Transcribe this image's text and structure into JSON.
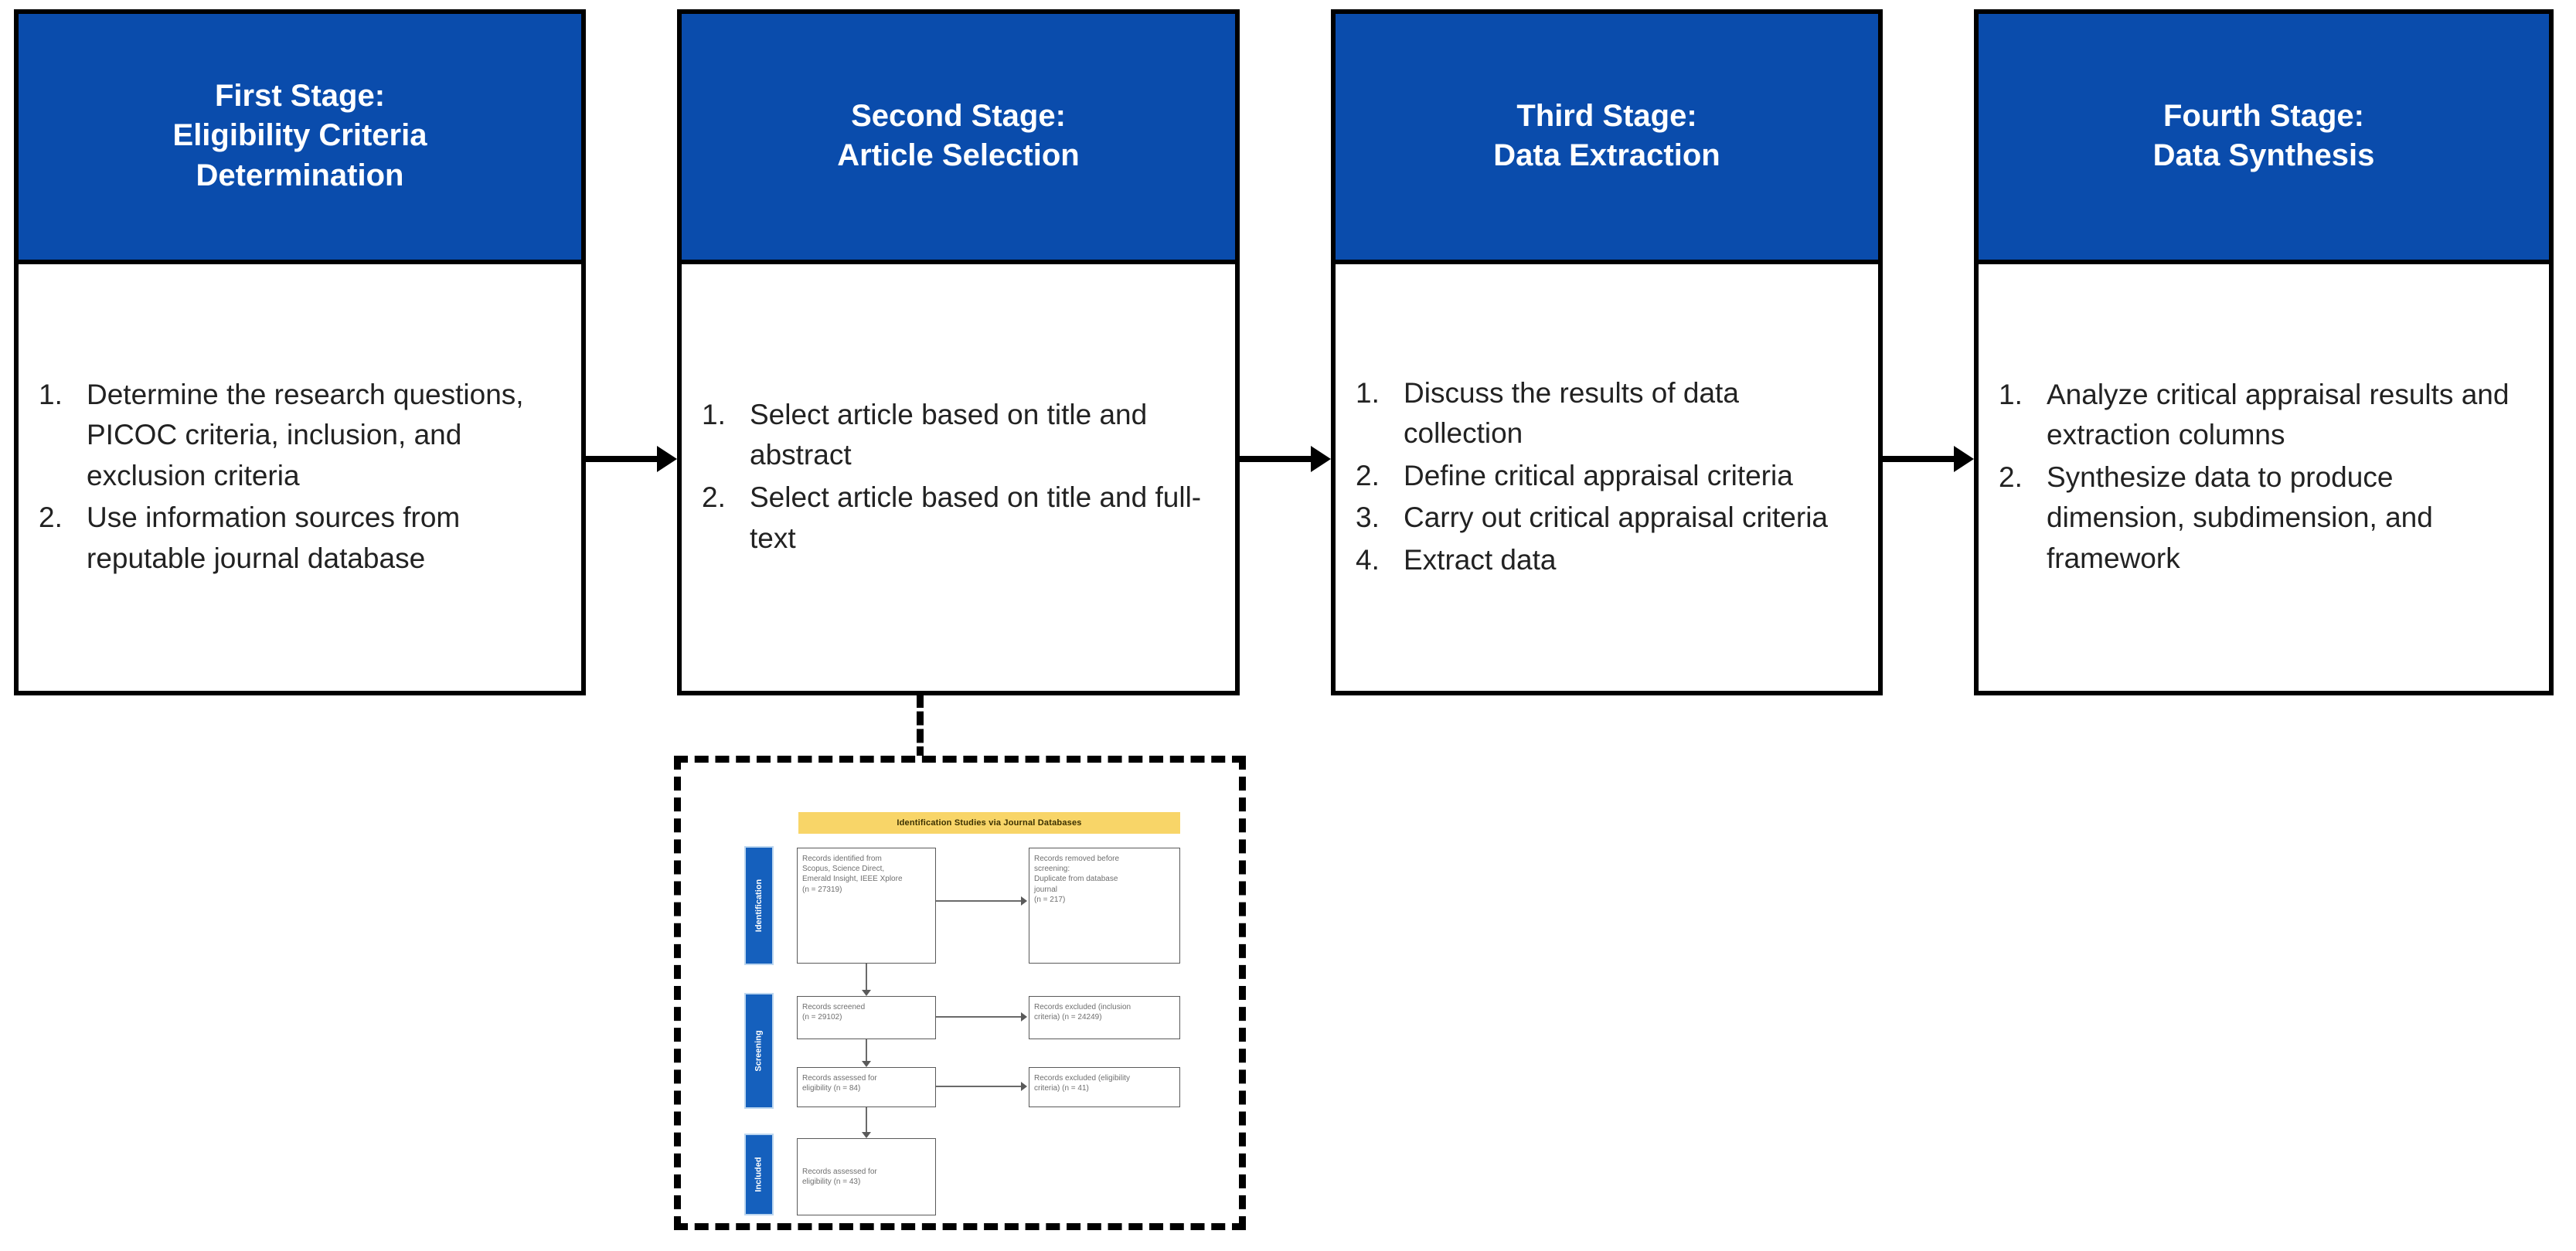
{
  "colors": {
    "header_blue": "#0a4cac",
    "outline_black": "#000000",
    "prisma_title_yellow": "#f8d568",
    "prisma_side_blue": "#1560bd",
    "prisma_box_border": "#5a5a5a",
    "body_text": "#222222",
    "page_background": "#ffffff"
  },
  "stages": [
    {
      "id": "stage-1",
      "title_line1": "First Stage:",
      "title_line2": "Eligibility Criteria",
      "title_line3": "Determination",
      "steps": [
        {
          "num": "1.",
          "text": "Determine the research questions, PICOC criteria, inclusion, and exclusion criteria"
        },
        {
          "num": "2.",
          "text": "Use information sources from reputable journal database"
        }
      ]
    },
    {
      "id": "stage-2",
      "title_line1": "Second Stage:",
      "title_line2": "Article Selection",
      "title_line3": "",
      "steps": [
        {
          "num": "1.",
          "text": "Select article based on title and abstract"
        },
        {
          "num": "2.",
          "text": "Select article based on title and full-text"
        }
      ]
    },
    {
      "id": "stage-3",
      "title_line1": "Third Stage:",
      "title_line2": "Data Extraction",
      "title_line3": "",
      "steps": [
        {
          "num": "1.",
          "text": "Discuss the results of data collection"
        },
        {
          "num": "2.",
          "text": "Define critical appraisal criteria"
        },
        {
          "num": "3.",
          "text": "Carry out critical appraisal criteria"
        },
        {
          "num": "4.",
          "text": "Extract data"
        }
      ]
    },
    {
      "id": "stage-4",
      "title_line1": "Fourth Stage:",
      "title_line2": "Data Synthesis",
      "title_line3": "",
      "steps": [
        {
          "num": "1.",
          "text": "Analyze critical appraisal results and extraction columns"
        },
        {
          "num": "2.",
          "text": "Synthesize data to produce dimension, subdimension, and framework"
        }
      ]
    }
  ],
  "connectors": [
    {
      "id": "arrow-stage1-to-stage2",
      "from": "stage-1",
      "to": "stage-2",
      "style": "solid-arrow"
    },
    {
      "id": "arrow-stage2-to-stage3",
      "from": "stage-2",
      "to": "stage-3",
      "style": "solid-arrow"
    },
    {
      "id": "arrow-stage3-to-stage4",
      "from": "stage-3",
      "to": "stage-4",
      "style": "solid-arrow"
    },
    {
      "id": "dashed-link-stage2-to-inset",
      "from": "stage-2",
      "to": "prisma-inset",
      "style": "dashed-line"
    }
  ],
  "prisma": {
    "title": "Identification Studies via Journal Databases",
    "sidebars": [
      {
        "label": "Identification"
      },
      {
        "label": "Screening"
      },
      {
        "label": "Included"
      }
    ],
    "boxes": [
      {
        "id": "records-identified",
        "lines": [
          "Records identified from",
          "Scopus, Science Direct,",
          "Emerald Insight, IEEE Xplore",
          "(n = 27319)"
        ]
      },
      {
        "id": "records-removed",
        "lines": [
          "Records removed before",
          "screening:",
          "Duplicate from database",
          "journal",
          "(n = 217)"
        ]
      },
      {
        "id": "records-screened",
        "lines": [
          "Records screened",
          "(n = 29102)"
        ]
      },
      {
        "id": "records-excluded-inclusion",
        "lines": [
          "Records excluded (inclusion",
          "criteria) (n = 24249)"
        ]
      },
      {
        "id": "records-assessed-eligibility",
        "lines": [
          "Records assessed for",
          "eligibility (n = 84)"
        ]
      },
      {
        "id": "records-excluded-eligibility",
        "lines": [
          "Records excluded (eligibility",
          "criteria) (n = 41)"
        ]
      },
      {
        "id": "records-included",
        "lines": [
          "Records assessed for",
          "eligibility (n = 43)"
        ]
      }
    ]
  }
}
